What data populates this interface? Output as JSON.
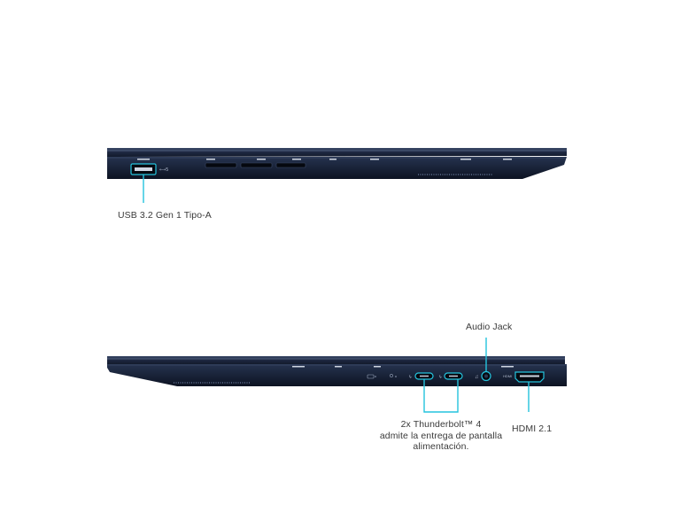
{
  "labels": {
    "usb_a": "USB 3.2 Gen 1 Tipo-A",
    "audio_jack": "Audio Jack",
    "thunderbolt_line1": "2x Thunderbolt™ 4",
    "thunderbolt_line2": "admite la entrega de pantalla",
    "thunderbolt_line3": "alimentación.",
    "hdmi": "HDMI 2.1"
  },
  "colors": {
    "chassis_light": "#23314b",
    "chassis_dark": "#0f1626",
    "callout": "#25c3dd"
  }
}
